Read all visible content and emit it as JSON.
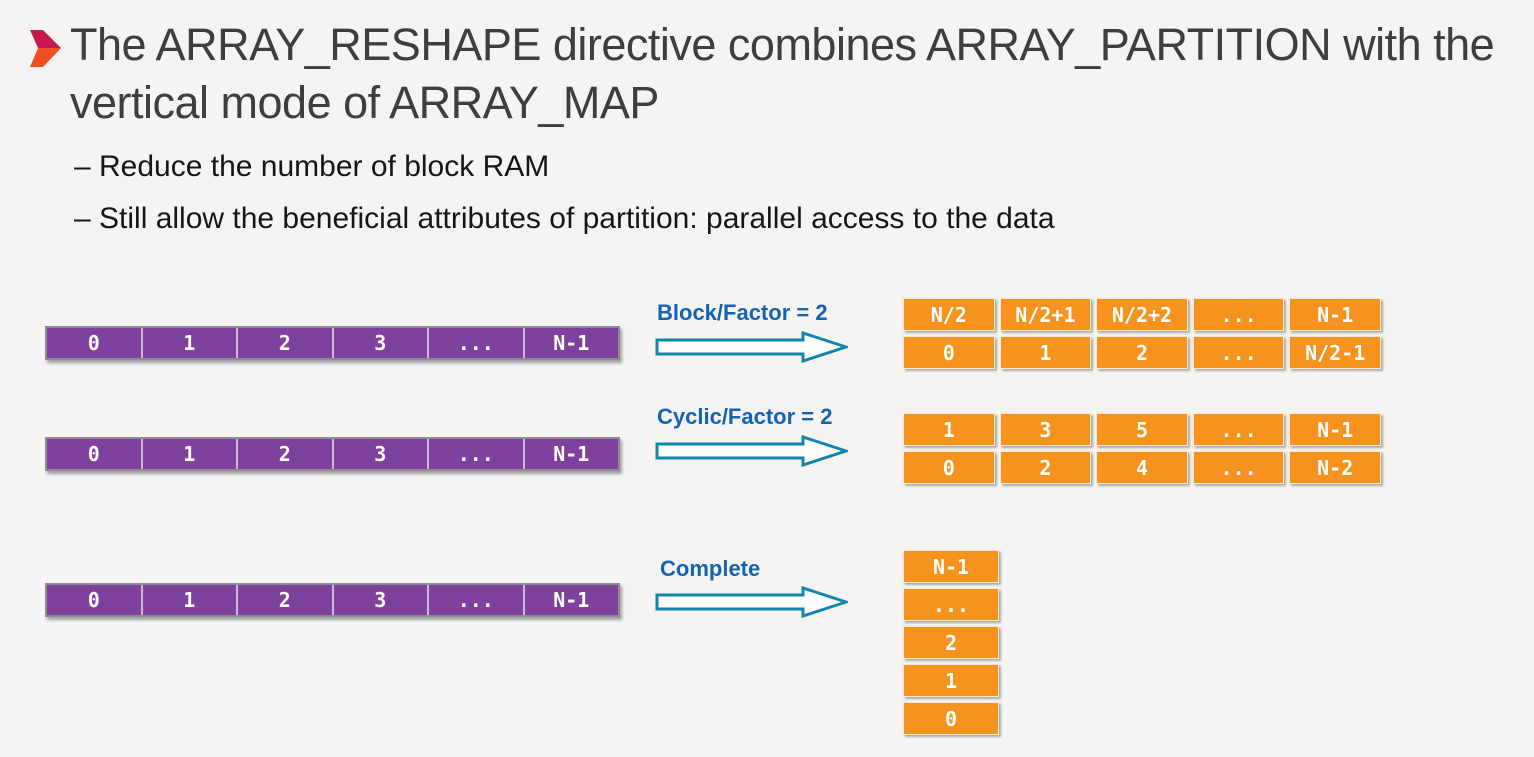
{
  "title": {
    "line1": "The ARRAY_RESHAPE directive combines ARRAY_PARTITION with the",
    "line2": "vertical mode of ARRAY_MAP"
  },
  "bullets": [
    "– Reduce the number of block RAM",
    "– Still allow the beneficial attributes of partition: parallel access to the data"
  ],
  "diagram": {
    "source_array": [
      "0",
      "1",
      "2",
      "3",
      "...",
      "N-1"
    ],
    "transforms": [
      {
        "label": "Block/Factor = 2",
        "top_row": [
          "N/2",
          "N/2+1",
          "N/2+2",
          "...",
          "N-1"
        ],
        "bottom_row": [
          "0",
          "1",
          "2",
          "...",
          "N/2-1"
        ]
      },
      {
        "label": "Cyclic/Factor = 2",
        "top_row": [
          "1",
          "3",
          "5",
          "...",
          "N-1"
        ],
        "bottom_row": [
          "0",
          "2",
          "4",
          "...",
          "N-2"
        ]
      },
      {
        "label": "Complete",
        "column": [
          "N-1",
          "...",
          "2",
          "1",
          "0"
        ]
      }
    ]
  },
  "icons": {
    "bullet": "chevron-right-icon",
    "arrow": "block-arrow-right-icon"
  },
  "colors": {
    "background": "#f5f4f2",
    "title_text": "#3e3e3e",
    "body_text": "#161616",
    "purple_cell": "#7e419e",
    "orange_cell": "#f6921e",
    "arrow_outline": "#1285ad",
    "arrow_fill": "#fdfdfd",
    "label_blue": "#1464b4",
    "bullet_crimson": "#c11a4b",
    "bullet_orange": "#f04e23",
    "cell_text": "#ffffff"
  }
}
